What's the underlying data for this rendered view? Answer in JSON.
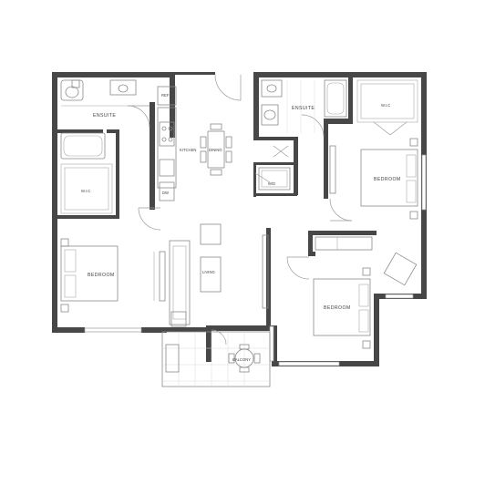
{
  "rooms": {
    "ensuite_left": "ENSUITE",
    "ensuite_right": "ENSUITE",
    "wic_left": "W.I.C",
    "wic_right": "W.I.C",
    "kitchen": "KITCHEN",
    "dining": "DINING",
    "living": "LIVING",
    "bedroom_left": "BEDROOM",
    "bedroom_right_top": "BEDROOM",
    "bedroom_right_bottom": "BEDROOM",
    "balcony": "BALCONY",
    "wd": "W/D",
    "refrigerator": "REF",
    "dishwasher": "DW"
  }
}
